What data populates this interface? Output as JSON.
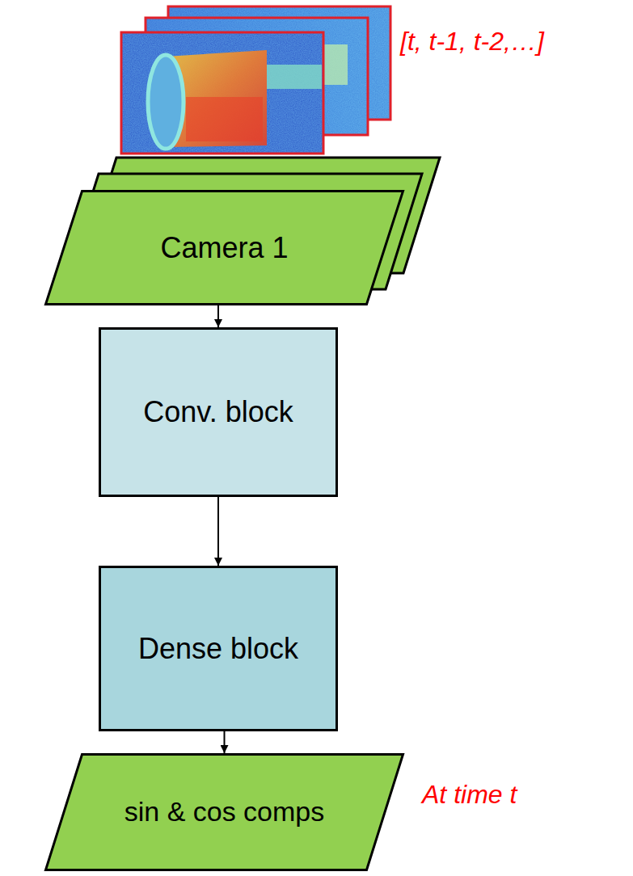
{
  "diagram": {
    "nodes": [
      {
        "text": [
          "Camera 1"
        ]
      },
      {
        "text": [
          "Conv. block"
        ]
      },
      {
        "text": [
          "Dense block"
        ]
      },
      {
        "text": [
          "sin & cos comps"
        ]
      }
    ],
    "edges": [
      {
        "from": 0,
        "to": 1,
        "arrow": "to"
      },
      {
        "from": 1,
        "to": 2,
        "arrow": "to"
      },
      {
        "from": 2,
        "to": 3,
        "arrow": "to"
      }
    ],
    "labels": [
      "[t, t-1, t-2,…]",
      "At time t"
    ]
  }
}
